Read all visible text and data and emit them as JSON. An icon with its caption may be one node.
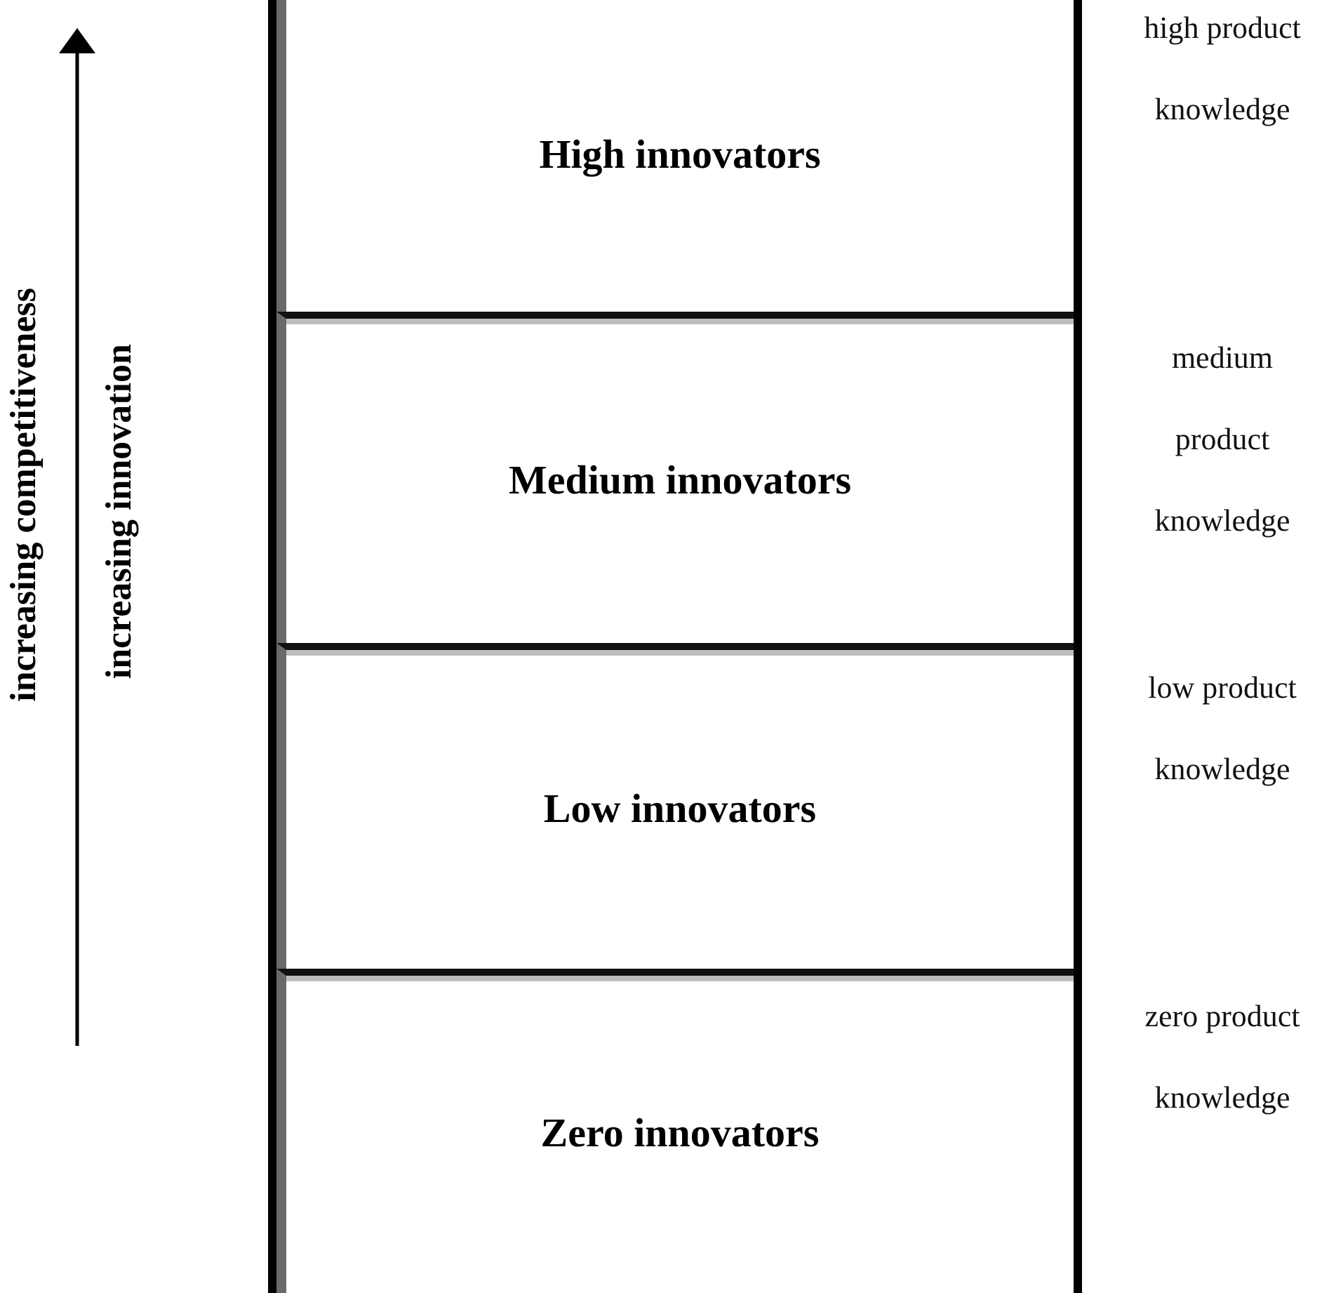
{
  "diagram": {
    "nodes": [
      {
        "text": [
          "High innovators"
        ],
        "beside": [
          "high product knowledge"
        ]
      },
      {
        "text": [
          "Medium innovators"
        ],
        "beside": [
          "medium product knowledge"
        ]
      },
      {
        "text": [
          "Low innovators"
        ],
        "beside": [
          "low product knowledge"
        ]
      },
      {
        "text": [
          "Zero innovators"
        ],
        "beside": [
          "zero product knowledge"
        ]
      }
    ],
    "labels": [
      "increasing competitiveness",
      "increasing innovation"
    ]
  }
}
